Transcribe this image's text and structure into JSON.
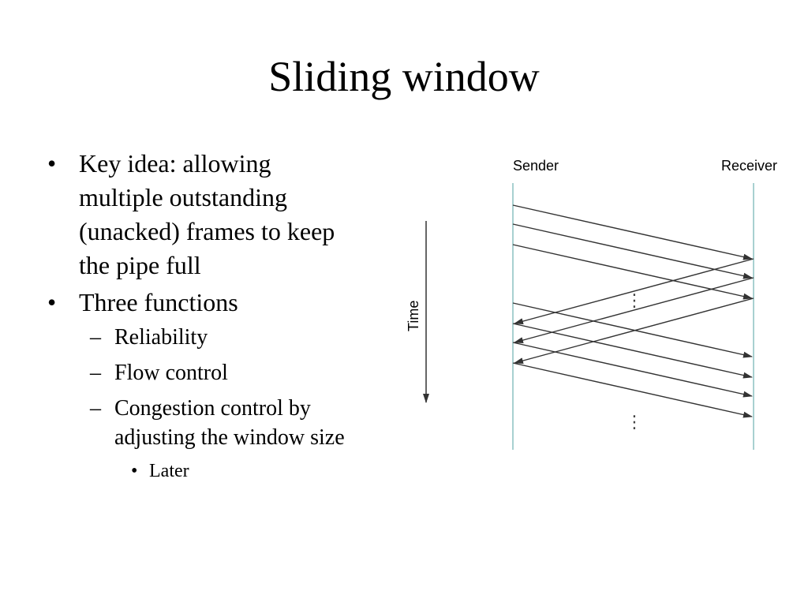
{
  "slide": {
    "title": "Sliding window"
  },
  "bullets": {
    "key_idea": "Key idea: allowing multiple outstanding (unacked) frames to keep the pipe full",
    "three_functions": "Three functions",
    "sub": {
      "reliability": "Reliability",
      "flow_control": "Flow control",
      "congestion_control": "Congestion control by adjusting the window size",
      "later": "Later"
    },
    "markers": {
      "bullet": "•",
      "dash": "–"
    }
  },
  "diagram": {
    "sender_label": "Sender",
    "receiver_label": "Receiver",
    "time_label": "Time",
    "ellipsis": "⋮",
    "colors": {
      "lifeline": "#a8d0d0",
      "arrow": "#333333",
      "label": "#444444"
    }
  }
}
